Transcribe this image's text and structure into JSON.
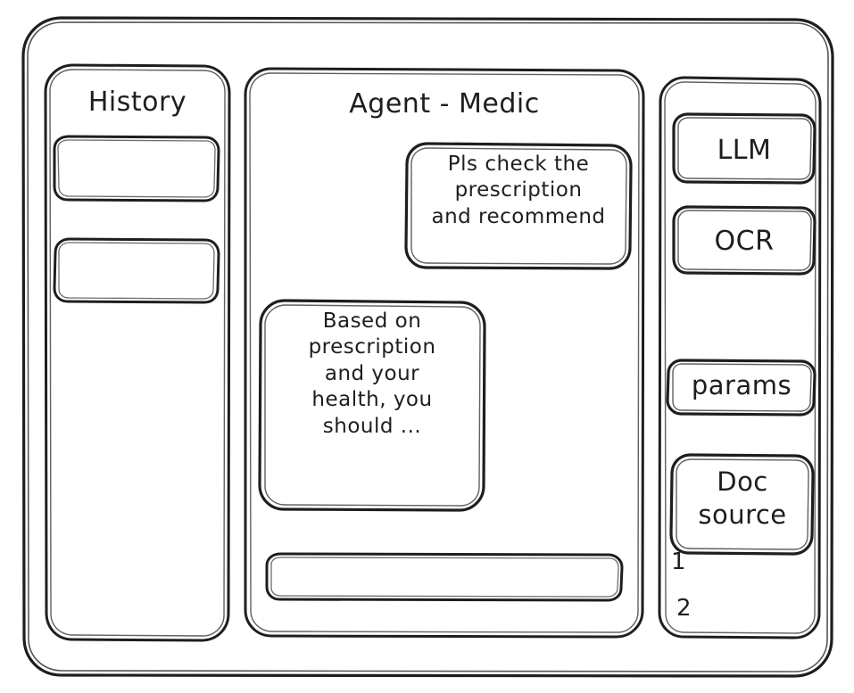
{
  "style": {
    "stroke_color": "#1e1e1e",
    "background_color": "#ffffff",
    "sketch": "hand-drawn wireframe"
  },
  "window": {
    "name": "agent-chat-wireframe"
  },
  "sidebar": {
    "title": "History",
    "items": [
      {
        "label": ""
      },
      {
        "label": ""
      }
    ]
  },
  "main": {
    "title": "Agent - Medic",
    "messages": [
      {
        "role": "user",
        "align": "right",
        "text": "Pls check the\nprescription\nand recommend"
      },
      {
        "role": "assistant",
        "align": "left",
        "text": "Based on\nprescription\nand your\nhealth, you\nshould ..."
      }
    ],
    "composer": {
      "value": "",
      "placeholder": ""
    }
  },
  "tools": {
    "buttons": [
      {
        "label": "LLM"
      },
      {
        "label": "OCR"
      },
      {
        "label": "params"
      }
    ],
    "doc_source": {
      "label": "Doc\nsource",
      "items": [
        {
          "label": "1"
        },
        {
          "label": "2"
        }
      ]
    }
  }
}
